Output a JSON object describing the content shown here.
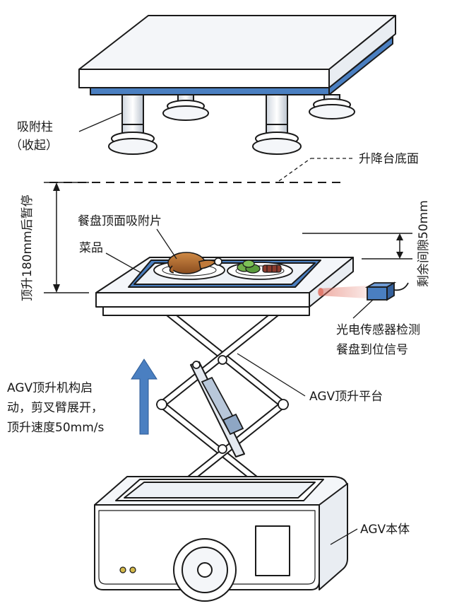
{
  "labels": {
    "suction_column": "吸附柱",
    "suction_column_state": "（收起）",
    "lift_table_bottom": "升降台底面",
    "lift_pause": "顶升180mm后暂停",
    "remaining_gap": "剩余间隙50mm",
    "tray_top_suction": "餐盘顶面吸附片",
    "dish": "菜品",
    "sensor_line1": "光电传感器检测",
    "sensor_line2": "餐盘到位信号",
    "agv_lift_line1": "AGV顶升机构启",
    "agv_lift_line2": "动，剪叉臂展开，",
    "agv_lift_line3": "顶升速度50mm/s",
    "agv_platform": "AGV顶升平台",
    "agv_body": "AGV本体"
  },
  "colors": {
    "outline": "#1a1a1a",
    "accent_blue": "#4a7fc1",
    "panel_light": "#f4f6f9",
    "arrow_blue": "#4a7fc1",
    "sensor_beam": "#e06a5a"
  }
}
